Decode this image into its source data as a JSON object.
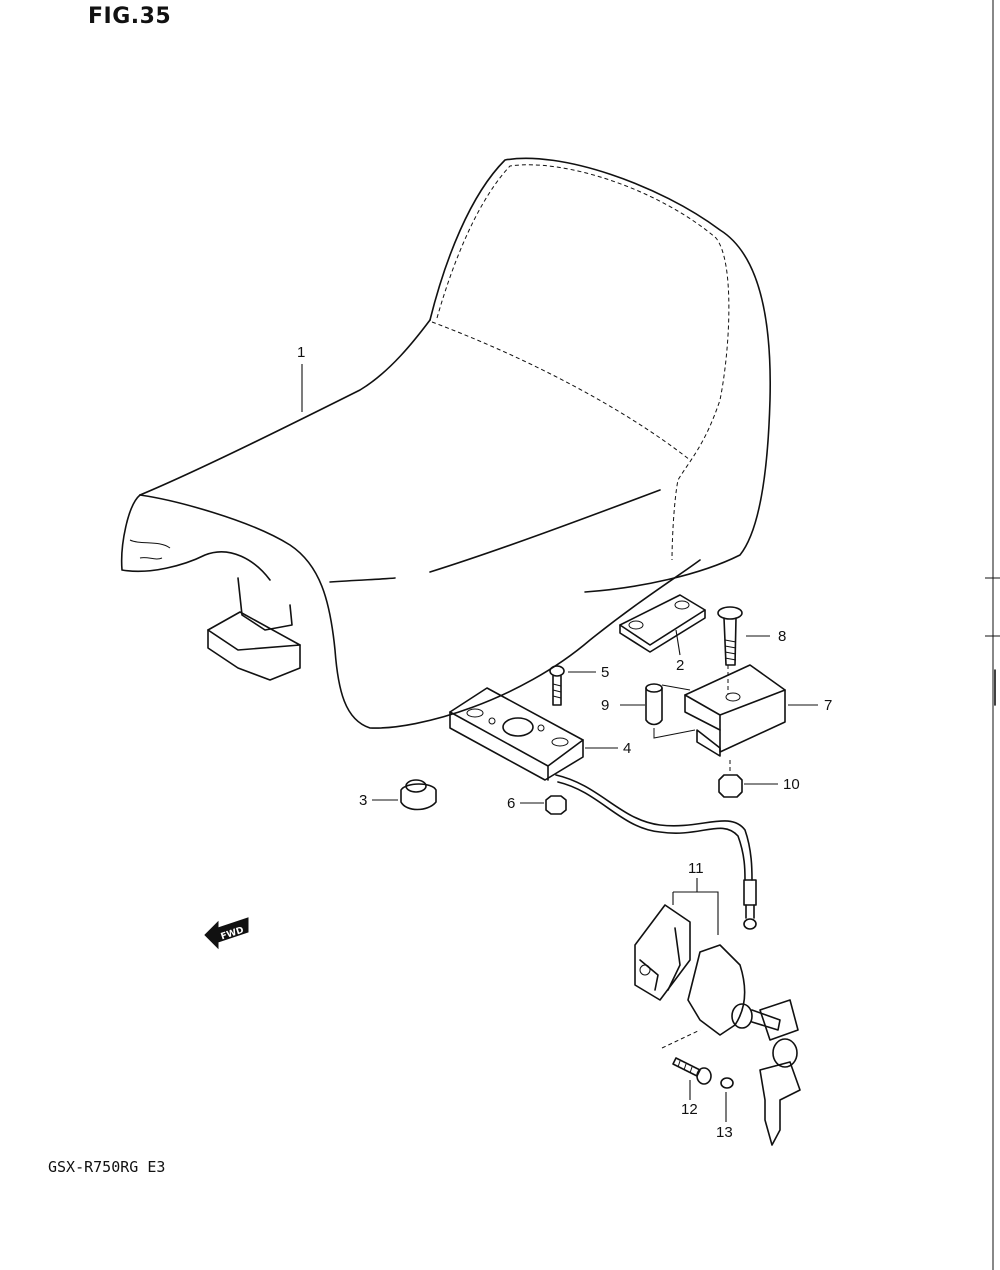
{
  "figure": {
    "title": "FIG.35"
  },
  "model": {
    "code": "GSX-R750RG E3"
  },
  "direction_marker": {
    "label": "FWD"
  },
  "callouts": [
    "1",
    "2",
    "3",
    "4",
    "5",
    "6",
    "7",
    "8",
    "9",
    "10",
    "11",
    "12",
    "13"
  ]
}
